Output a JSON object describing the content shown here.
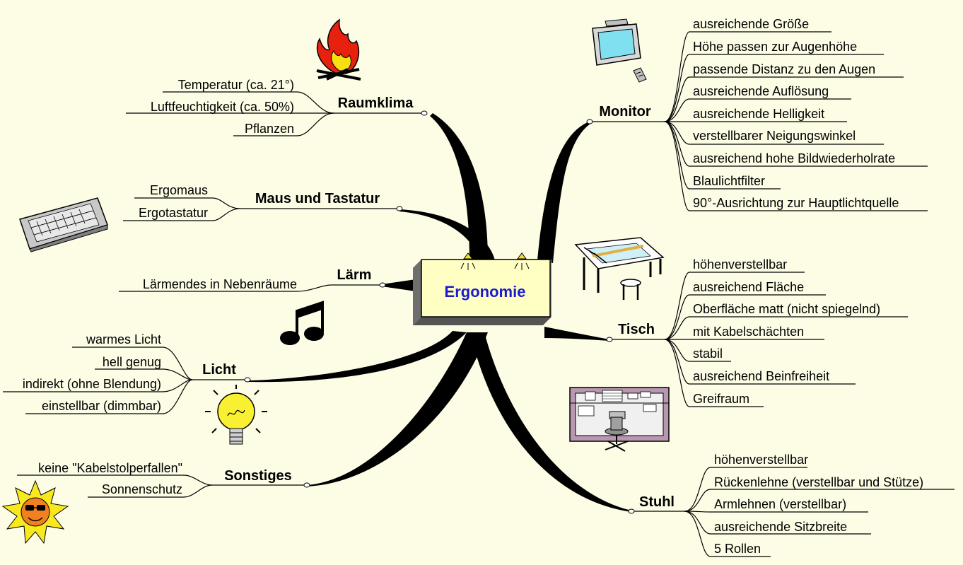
{
  "center": {
    "label": "Ergonomie"
  },
  "branches": [
    {
      "label": "Raumklima",
      "icon": "campfire-icon",
      "items": [
        "Temperatur (ca. 21°)",
        "Luftfeuchtigkeit (ca. 50%)",
        "Pflanzen"
      ]
    },
    {
      "label": "Maus und Tastatur",
      "icon": "keyboard-icon",
      "items": [
        "Ergomaus",
        "Ergotastatur"
      ]
    },
    {
      "label": "Lärm",
      "icon": "music-note-icon",
      "items": [
        "Lärmendes in Nebenräume"
      ]
    },
    {
      "label": "Licht",
      "icon": "light-bulb-icon",
      "items": [
        "warmes Licht",
        "hell genug",
        "indirekt (ohne Blendung)",
        "einstellbar (dimmbar)"
      ]
    },
    {
      "label": "Sonstiges",
      "icon": "sun-with-sunglasses-icon",
      "items": [
        "keine \"Kabelstolperfallen\"",
        "Sonnenschutz"
      ]
    },
    {
      "label": "Monitor",
      "icon": "monitor-icon",
      "items": [
        "ausreichende Größe",
        "Höhe passen zur Augenhöhe",
        "passende Distanz zu den Augen",
        "ausreichende Auflösung",
        "ausreichende Helligkeit",
        "verstellbarer Neigungswinkel",
        "ausreichend hohe Bildwiederholrate",
        "Blaulichtfilter",
        "90°-Ausrichtung zur Hauptlichtquelle"
      ]
    },
    {
      "label": "Tisch",
      "icon": "drafting-table-icon",
      "items": [
        "höhenverstellbar",
        "ausreichend Fläche",
        "Oberfläche matt (nicht spiegelnd)",
        "mit Kabelschächten",
        "stabil",
        "ausreichend Beinfreiheit",
        "Greifraum"
      ]
    },
    {
      "label": "Stuhl",
      "icon": "office-desk-chair-icon",
      "items": [
        "höhenverstellbar",
        "Rückenlehne (verstellbar und Stütze)",
        "Armlehnen (verstellbar)",
        "ausreichende Sitzbreite",
        "5 Rollen"
      ]
    }
  ]
}
